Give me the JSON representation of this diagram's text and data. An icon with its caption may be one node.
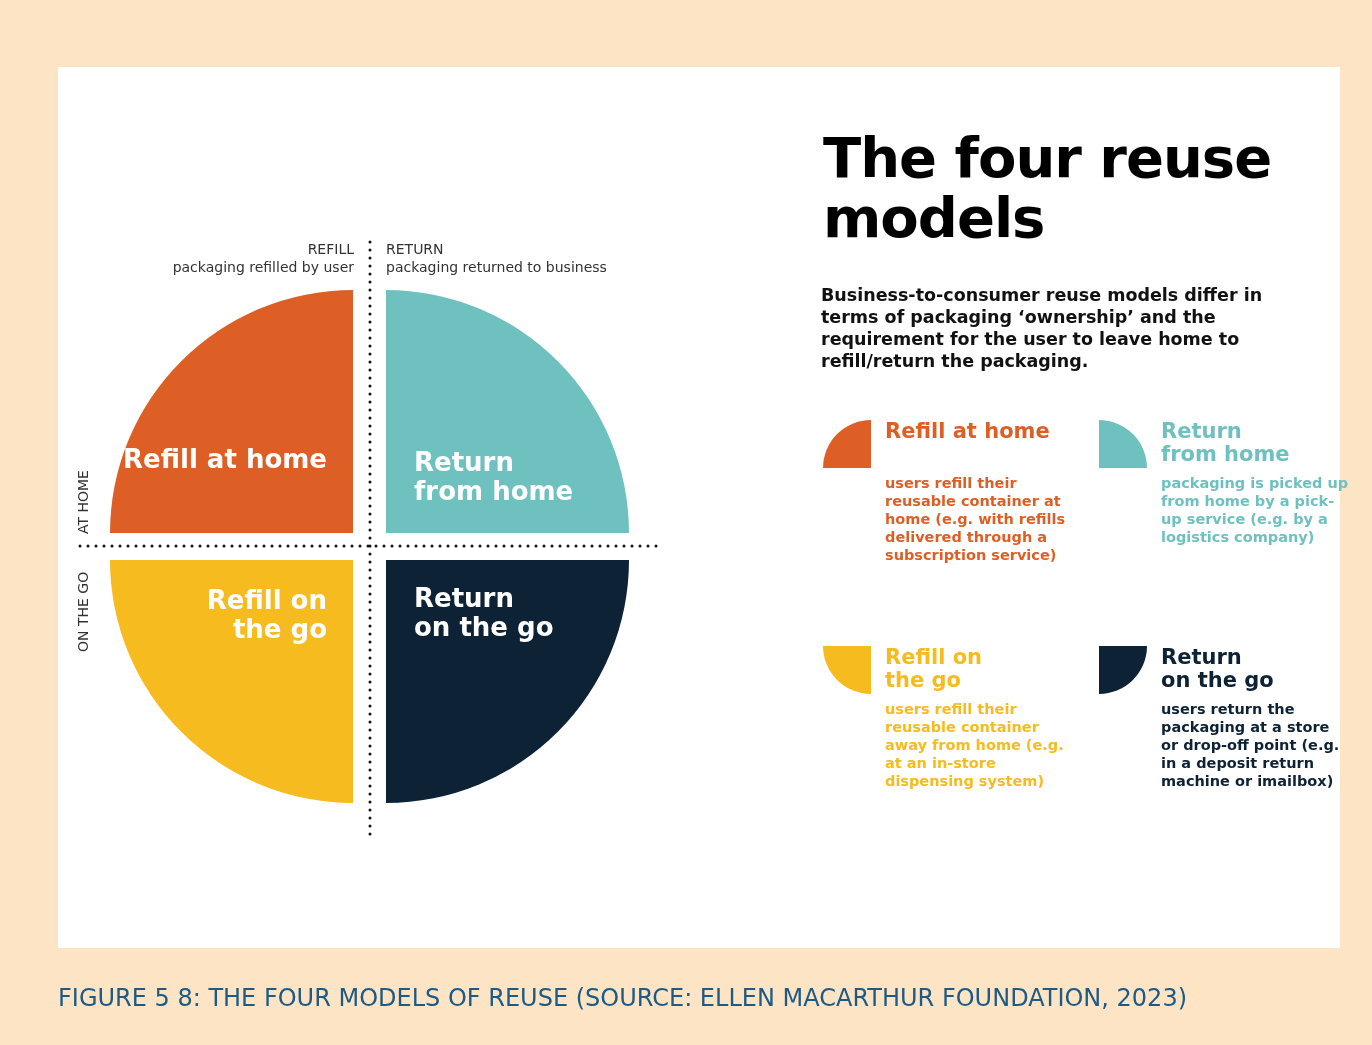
{
  "diagram": {
    "title": "The four reuse models",
    "caption": "FIGURE 5 8: THE FOUR MODELS OF REUSE (SOURCE: ELLEN MACARTHUR FOUNDATION, 2023)",
    "nodes": [
      {
        "text": [
          "Refill at home"
        ]
      },
      {
        "text": [
          "Return from home"
        ]
      },
      {
        "text": [
          "Refill on the go"
        ]
      },
      {
        "text": [
          "Return on the go"
        ]
      },
      {
        "text": [
          "Refill at home",
          "users refill their reusable container at home (e.g. with refills delivered through a subscription service)"
        ]
      },
      {
        "text": [
          "Return from home",
          "packaging is picked up from home by a pick-up service (e.g. by a logistics company)"
        ]
      },
      {
        "text": [
          "Refill on the go",
          "users refill their reusable container away from home (e.g. at an in-store dispensing system)"
        ]
      },
      {
        "text": [
          "Return on the go",
          "users return the packaging at a store or drop-off point (e.g. in a deposit return machine or imailbox)"
        ]
      }
    ],
    "labels": [
      "REFILL",
      "packaging refilled by user",
      "RETURN",
      "packaging returned to business",
      "AT HOME",
      "ON THE GO",
      "Business-to-consumer reuse models differ in terms of packaging ‘ownership’ and the requirement for the user to leave home to refill/return the packaging."
    ]
  }
}
